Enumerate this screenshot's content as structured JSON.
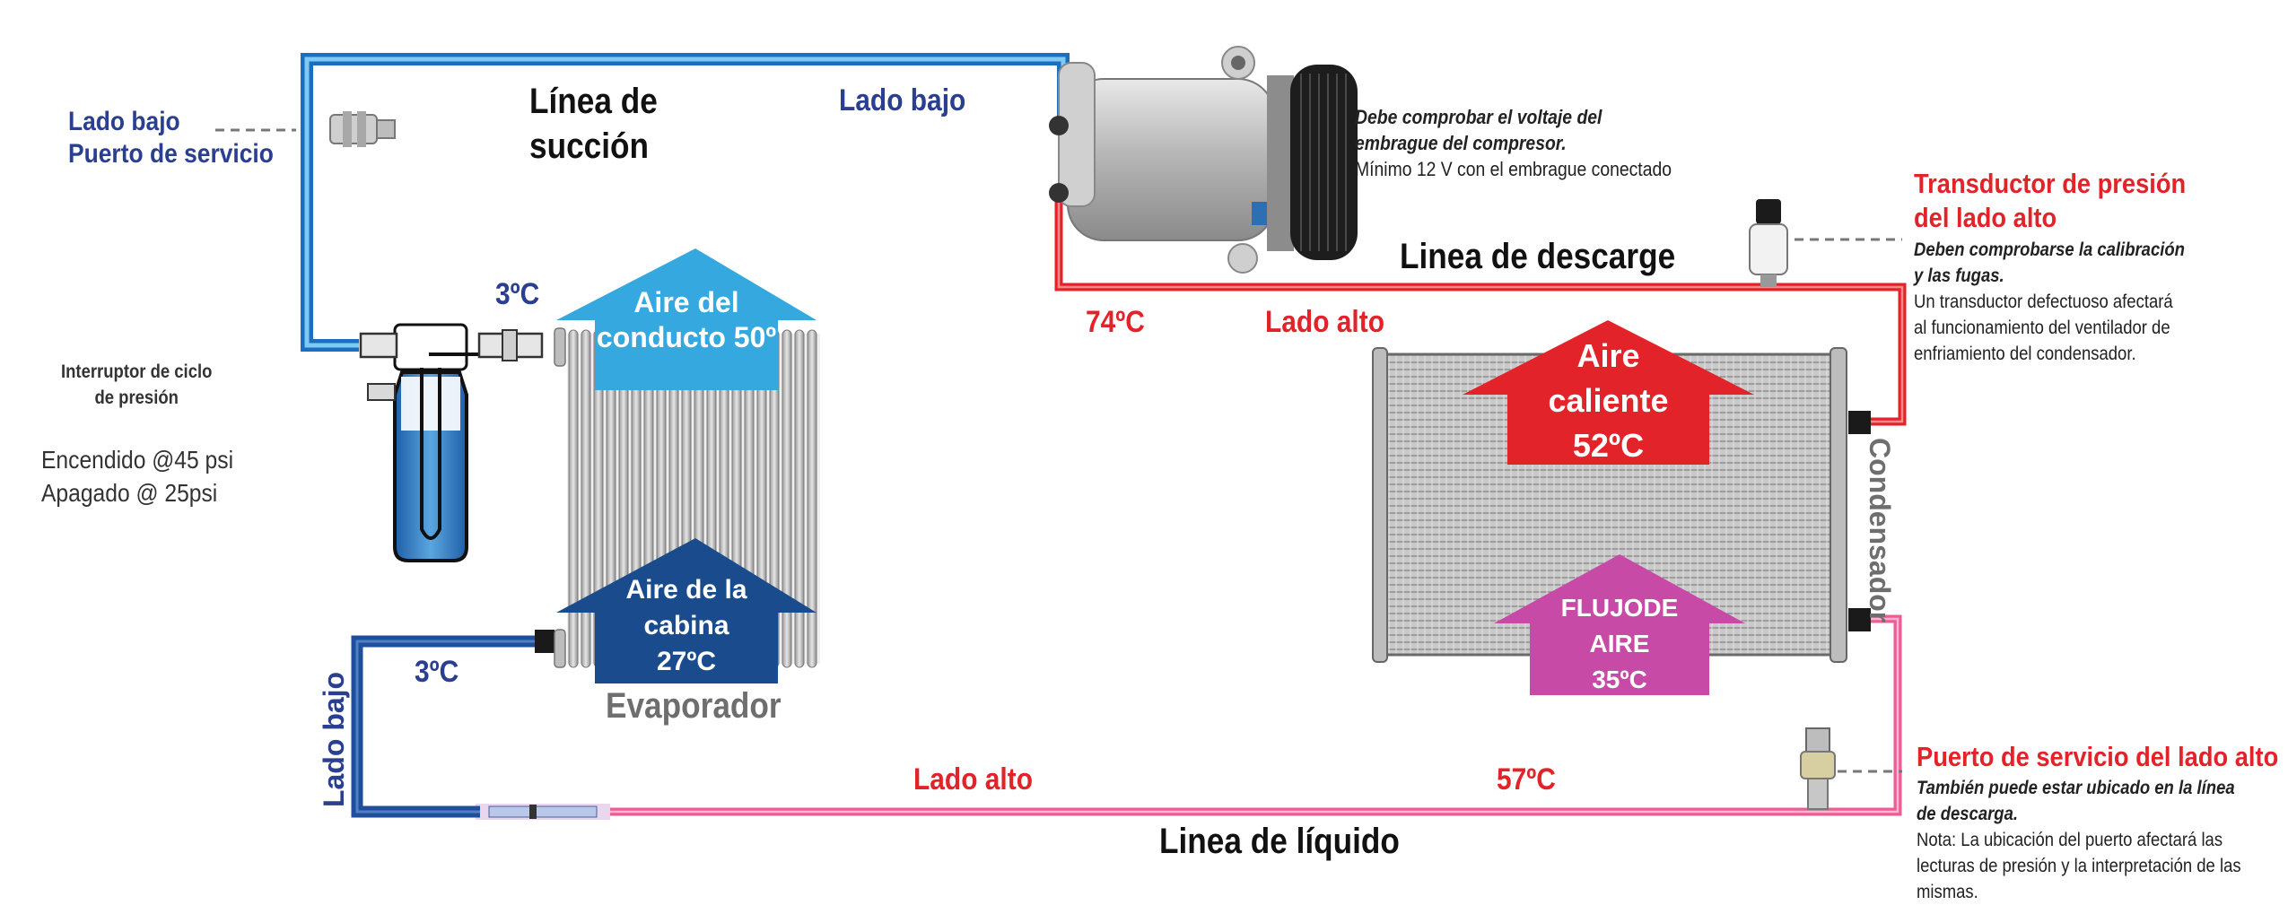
{
  "colors": {
    "low_side": "#2b8fd9",
    "low_side_dark": "#1f4f9a",
    "high_side": "#e3232a",
    "liquid_line": "#ee5b95",
    "evaporator_arrow_top": "#35a8e0",
    "evaporator_arrow_bottom": "#1a4b8c",
    "condenser_arrow_top": "#e3232a",
    "condenser_arrow_bottom": "#c74aa6",
    "label_blue": "#2a3f8f",
    "label_red": "#e3232a"
  },
  "lines": {
    "suction": "Línea de\nsucción",
    "discharge": "Linea de descarge",
    "liquid": "Linea de líquido"
  },
  "labels": {
    "low_side_top": "Lado bajo",
    "low_side_left": "Lado bajo",
    "high_side_top": "Lado alto",
    "high_side_bottom": "Lado alto",
    "low_port_line1": "Lado bajo",
    "low_port_line2": "Puerto de servicio",
    "evaporator": "Evaporador",
    "condenser": "Condensador"
  },
  "temps": {
    "accumulator_out": "3ºC",
    "evap_in": "3ºC",
    "discharge": "74ºC",
    "liquid": "57ºC"
  },
  "switch": {
    "title_line1": "Interruptor de ciclo",
    "title_line2": "de presión",
    "on": "Encendido @45 psi",
    "off": "Apagado @ 25psi"
  },
  "compressor_note": {
    "line1": "Debe comprobar el voltaje del",
    "line2": "embrague del compresor.",
    "line3": "Mínimo 12 V con el embrague conectado"
  },
  "transducer": {
    "title_line1": "Transductor de presión",
    "title_line2": "del lado alto",
    "italic_line1": "Deben comprobarse la calibración",
    "italic_line2": "y las fugas.",
    "note_line1": "Un transductor defectuoso afectará",
    "note_line2": "al funcionamiento del ventilador de",
    "note_line3": "enfriamiento del condensador."
  },
  "high_port": {
    "title": "Puerto de servicio del lado alto",
    "italic_line1": "También puede estar ubicado en la línea",
    "italic_line2": "de descarga.",
    "note_line1": "Nota: La ubicación del puerto afectará las",
    "note_line2": "lecturas de presión y la interpretación de las",
    "note_line3": "mismas."
  },
  "arrows": {
    "duct_air_line1": "Aire del",
    "duct_air_line2": "conducto 50º",
    "cabin_air_line1": "Aire de la",
    "cabin_air_line2": "cabina",
    "cabin_air_line3": "27ºC",
    "hot_air_line1": "Aire",
    "hot_air_line2": "caliente",
    "hot_air_line3": "52ºC",
    "air_flow_line1": "FLUJODE",
    "air_flow_line2": "AIRE",
    "air_flow_line3": "35ºC"
  }
}
